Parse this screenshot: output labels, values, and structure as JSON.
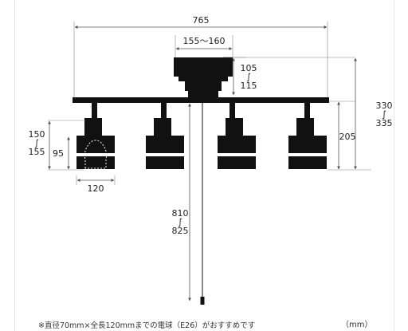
{
  "dimensions": {
    "overall_width": "765",
    "canopy_width": "155〜160",
    "canopy_height": "105\n∫\n115",
    "total_height": "330\n∫\n335",
    "rail_to_shade_bottom": "205",
    "shade_height": "150\n∫\n155",
    "bulb_height": "95",
    "shade_width": "120",
    "cord_length": "810\n∫\n825"
  },
  "footnote": "※直径70mm×全長120mmまでの電球（E26）がおすすめです",
  "unit_label": "（mm）",
  "colors": {
    "fixture": "#111111",
    "dimension_line": "#555555",
    "band": "#ffffff"
  }
}
